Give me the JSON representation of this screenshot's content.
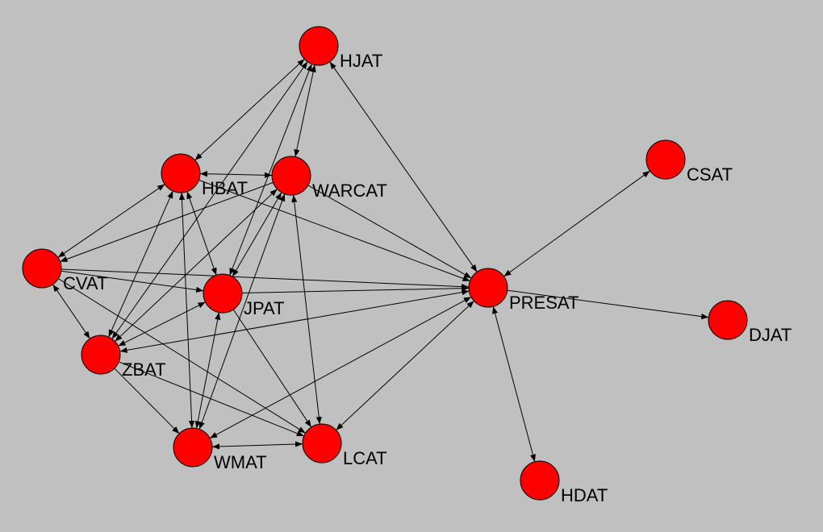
{
  "colors": {
    "background": "#c0c0c0",
    "node_fill": "#ff0000",
    "edge": "#000000",
    "label": "#000000"
  },
  "nodes": [
    {
      "id": "HJAT",
      "label": "HJAT"
    },
    {
      "id": "HBAT",
      "label": "HBAT"
    },
    {
      "id": "WARCAT",
      "label": "WARCAT"
    },
    {
      "id": "CVAT",
      "label": "CVAT"
    },
    {
      "id": "JPAT",
      "label": "JPAT"
    },
    {
      "id": "ZBAT",
      "label": "ZBAT"
    },
    {
      "id": "WMAT",
      "label": "WMAT"
    },
    {
      "id": "LCAT",
      "label": "LCAT"
    },
    {
      "id": "PRESAT",
      "label": "PRESAT"
    },
    {
      "id": "CSAT",
      "label": "CSAT"
    },
    {
      "id": "DJAT",
      "label": "DJAT"
    },
    {
      "id": "HDAT",
      "label": "HDAT"
    }
  ],
  "edges": [
    {
      "from": "HJAT",
      "to": "HBAT",
      "both": true
    },
    {
      "from": "HJAT",
      "to": "WARCAT",
      "both": true
    },
    {
      "from": "HJAT",
      "to": "JPAT",
      "both": true
    },
    {
      "from": "HJAT",
      "to": "ZBAT",
      "both": true
    },
    {
      "from": "HJAT",
      "to": "PRESAT",
      "both": true
    },
    {
      "from": "HBAT",
      "to": "WARCAT",
      "both": true
    },
    {
      "from": "HBAT",
      "to": "CVAT",
      "both": true
    },
    {
      "from": "HBAT",
      "to": "JPAT",
      "both": true
    },
    {
      "from": "HBAT",
      "to": "ZBAT",
      "both": true
    },
    {
      "from": "HBAT",
      "to": "WMAT",
      "both": true
    },
    {
      "from": "HBAT",
      "to": "PRESAT",
      "both": false
    },
    {
      "from": "WARCAT",
      "to": "CVAT",
      "both": false
    },
    {
      "from": "WARCAT",
      "to": "JPAT",
      "both": true
    },
    {
      "from": "WARCAT",
      "to": "ZBAT",
      "both": true
    },
    {
      "from": "WARCAT",
      "to": "WMAT",
      "both": true
    },
    {
      "from": "WARCAT",
      "to": "LCAT",
      "both": true
    },
    {
      "from": "WARCAT",
      "to": "PRESAT",
      "both": false
    },
    {
      "from": "CVAT",
      "to": "JPAT",
      "both": false
    },
    {
      "from": "CVAT",
      "to": "PRESAT",
      "both": false
    },
    {
      "from": "CVAT",
      "to": "ZBAT",
      "both": true
    },
    {
      "from": "CVAT",
      "to": "LCAT",
      "both": false
    },
    {
      "from": "JPAT",
      "to": "ZBAT",
      "both": true
    },
    {
      "from": "JPAT",
      "to": "WMAT",
      "both": true
    },
    {
      "from": "JPAT",
      "to": "LCAT",
      "both": false
    },
    {
      "from": "JPAT",
      "to": "PRESAT",
      "both": false
    },
    {
      "from": "ZBAT",
      "to": "PRESAT",
      "both": true
    },
    {
      "from": "ZBAT",
      "to": "WMAT",
      "both": false
    },
    {
      "from": "ZBAT",
      "to": "LCAT",
      "both": false
    },
    {
      "from": "WMAT",
      "to": "LCAT",
      "both": true
    },
    {
      "from": "WMAT",
      "to": "PRESAT",
      "both": true
    },
    {
      "from": "LCAT",
      "to": "PRESAT",
      "both": true
    },
    {
      "from": "PRESAT",
      "to": "CSAT",
      "both": true
    },
    {
      "from": "PRESAT",
      "to": "DJAT",
      "both": false
    },
    {
      "from": "PRESAT",
      "to": "HDAT",
      "both": true
    }
  ]
}
